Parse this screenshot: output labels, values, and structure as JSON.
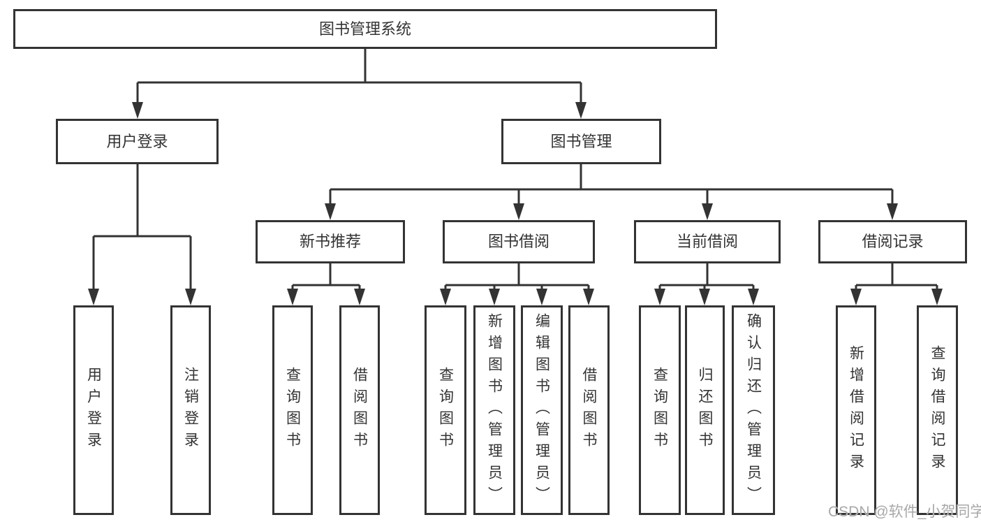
{
  "root": {
    "label": "图书管理系统"
  },
  "level2": [
    {
      "id": "user-login",
      "label": "用户登录"
    },
    {
      "id": "book-management",
      "label": "图书管理"
    }
  ],
  "level3": [
    {
      "id": "new-book-recommend",
      "label": "新书推荐"
    },
    {
      "id": "book-borrow",
      "label": "图书借阅"
    },
    {
      "id": "current-borrow",
      "label": "当前借阅"
    },
    {
      "id": "borrow-record",
      "label": "借阅记录"
    }
  ],
  "leaves": {
    "user_login": [
      {
        "label": "用户登录"
      },
      {
        "label": "注销登录"
      }
    ],
    "new_book_recommend": [
      {
        "label": "查询图书"
      },
      {
        "label": "借阅图书"
      }
    ],
    "book_borrow": [
      {
        "label": "查询图书"
      },
      {
        "label": "新增图书（管理员）"
      },
      {
        "label": "编辑图书（管理员）"
      },
      {
        "label": "借阅图书"
      }
    ],
    "current_borrow": [
      {
        "label": "查询图书"
      },
      {
        "label": "归还图书"
      },
      {
        "label": "确认归还（管理员）"
      }
    ],
    "borrow_record": [
      {
        "label": "新增借阅记录"
      },
      {
        "label": "查询借阅记录"
      }
    ]
  },
  "watermark": {
    "text": "CSDN @软件_小贺同学"
  },
  "colors": {
    "line": "#333333",
    "text": "#333333",
    "box_background": "#ffffff",
    "page_background": "#ffffff",
    "watermark": "#a8a8a8"
  }
}
